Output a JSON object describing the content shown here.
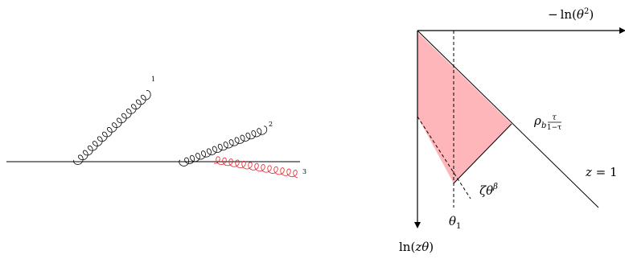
{
  "gluon_labels": {
    "g1": "1",
    "g2": "2",
    "g3": "3"
  },
  "lund_plane": {
    "x_axis_label": {
      "minus": "−",
      "ln": "ln",
      "open": "(",
      "theta": "θ",
      "sq": "2",
      "close": ")"
    },
    "y_axis_label": {
      "ln": "ln",
      "open": "(",
      "z": "z",
      "theta": "θ",
      "close": ")"
    },
    "theta1_label": {
      "theta": "θ",
      "sub": "1"
    },
    "zeta_label": {
      "zeta": "ζθ",
      "beta": "β"
    },
    "rho_label": {
      "rho": "ρ",
      "sub": "b",
      "num": "τ",
      "den": "1−τ"
    },
    "z_label": {
      "z": "z",
      "eq": " = 1"
    },
    "shade_color": "#ffb6ba",
    "gluon3_color": "#e8202a"
  }
}
